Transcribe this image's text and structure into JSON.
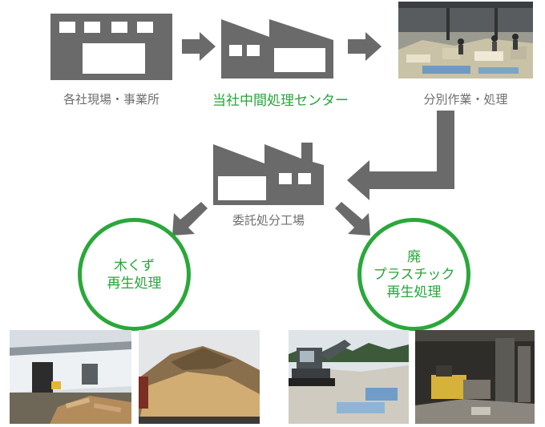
{
  "colors": {
    "icon_gray": "#6a6a6a",
    "accent_green": "#27a53a",
    "label_gray": "#6e6e6e"
  },
  "nodes": {
    "sites": {
      "label": "各社現場・事業所",
      "icon": "building-icon"
    },
    "center": {
      "label": "当社中間処理センター",
      "icon": "factory-icon"
    },
    "sorting": {
      "label": "分別作業・処理",
      "icon": "sorting-photo"
    },
    "outsourced": {
      "label": "委託処分工場",
      "icon": "factory-icon"
    }
  },
  "outcomes": {
    "wood": {
      "lines": [
        "木くず",
        "再生処理"
      ]
    },
    "plastic": {
      "lines": [
        "廃",
        "プラスチック",
        "再生処理"
      ]
    }
  },
  "photos": [
    "sorting-facility-photo",
    "wood-warehouse-photo",
    "wood-chip-pile-photo",
    "excavator-plastic-photo",
    "plastic-plant-photo"
  ]
}
